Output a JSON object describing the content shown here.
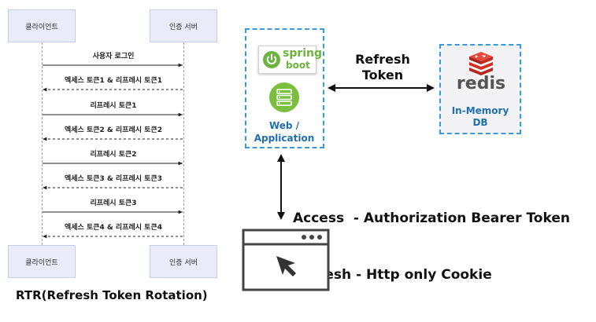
{
  "sequence": {
    "client_label": "클라이언트",
    "server_label": "인증 서버",
    "messages": [
      {
        "text": "사용자 로그인",
        "direction": "to-server"
      },
      {
        "text": "엑세스 토큰1 & 리프레시 토큰1",
        "direction": "to-client"
      },
      {
        "text": "리프레시 토큰1",
        "direction": "to-server"
      },
      {
        "text": "엑세스 토큰2 & 리프레시 토큰2",
        "direction": "to-client"
      },
      {
        "text": "리프레시 토큰2",
        "direction": "to-server"
      },
      {
        "text": "엑세스 토큰3 & 리프레시 토큰3",
        "direction": "to-client"
      },
      {
        "text": "리프레시 토큰3",
        "direction": "to-server"
      },
      {
        "text": "엑세스 토큰4 & 리프레시 토큰4",
        "direction": "to-client"
      }
    ],
    "caption": "RTR(Refresh Token Rotation)"
  },
  "architecture": {
    "spring_logo": {
      "line1": "spring",
      "line2": "boot"
    },
    "web_app_label_line1": "Web /",
    "web_app_label_line2": "Application",
    "redis_logo_text": "redis",
    "redis_label_line1": "In-Memory",
    "redis_label_line2": "DB",
    "link_label_line1": "Refresh",
    "link_label_line2": "Token",
    "token_lines": [
      "Access  - Authorization Bearer Token",
      "Refresh - Http only Cookie"
    ]
  },
  "colors": {
    "spring_green": "#6db33f",
    "label_blue": "#1f6fb2",
    "dash_blue": "#3a9bd9",
    "redis_red": "#d82c20",
    "actor_fill": "#e9ecf8"
  }
}
